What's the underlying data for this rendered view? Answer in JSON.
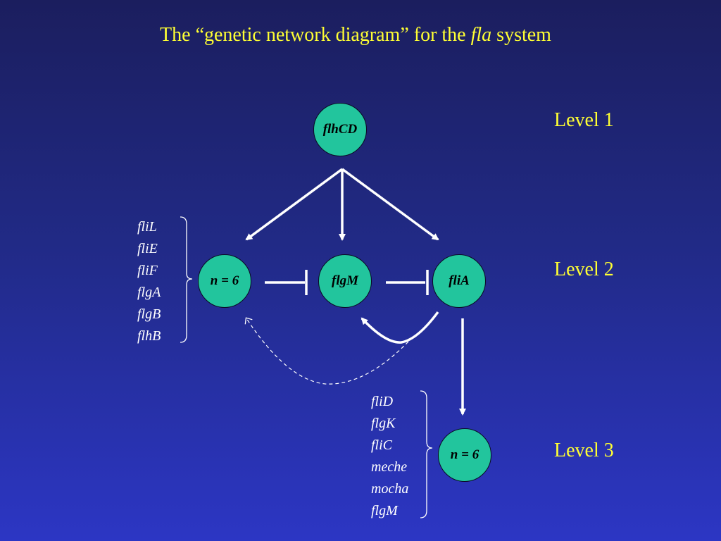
{
  "title": {
    "prefix": "The “genetic network diagram” for the",
    "emphasis": "fla",
    "suffix": "system"
  },
  "levels": [
    "Level 1",
    "Level 2",
    "Level 3"
  ],
  "nodes": {
    "flhcd": "flhCD",
    "class2": "n = 6",
    "flgm": "flgM",
    "flia": "fliA",
    "class3": "n = 6"
  },
  "gene_lists": {
    "class2": [
      "fliL",
      "fliE",
      "fliF",
      "flgA",
      "flgB",
      "flhB"
    ],
    "class3": [
      "fliD",
      "flgK",
      "fliC",
      "meche",
      "mocha",
      "flgM"
    ]
  },
  "colors": {
    "background_top": "#1b1e5e",
    "background_bottom": "#2c36c4",
    "title_text": "#ffff33",
    "node_fill": "#22c59d",
    "edge": "#ffffff"
  }
}
